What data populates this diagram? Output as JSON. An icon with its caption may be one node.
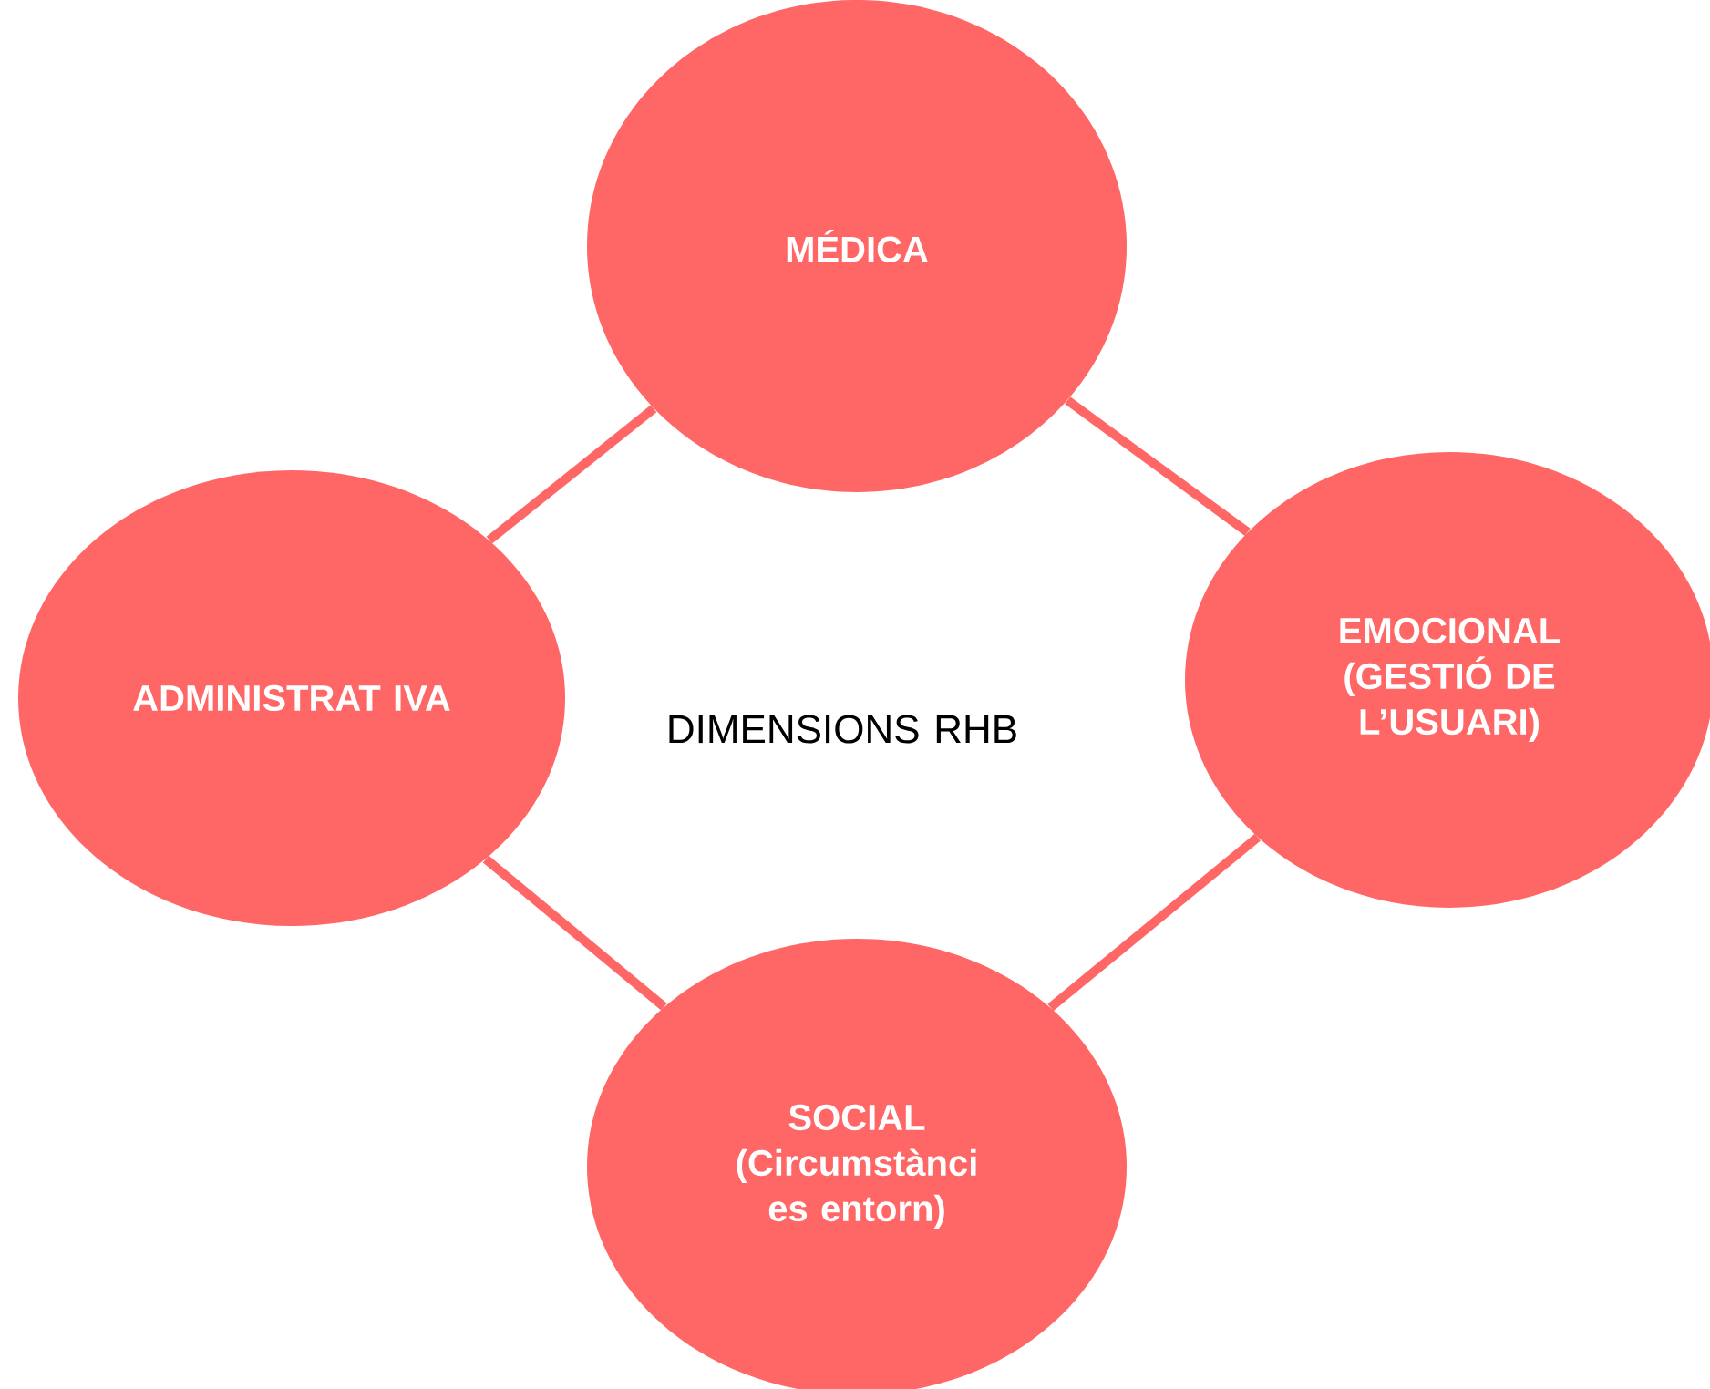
{
  "diagram": {
    "nodes": [
      {
        "text": [
          "MÉDICA"
        ]
      },
      {
        "text": [
          "ADMINISTRAT IVA"
        ]
      },
      {
        "text": [
          "EMOCIONAL (GESTIÓ DE L’USUARI)"
        ]
      },
      {
        "text": [
          "SOCIAL (Circumstànci es entorn)"
        ]
      }
    ],
    "edges": [
      {
        "from": 0,
        "to": 1,
        "arrow": "none"
      },
      {
        "from": 0,
        "to": 2,
        "arrow": "none"
      },
      {
        "from": 1,
        "to": 3,
        "arrow": "none"
      },
      {
        "from": 2,
        "to": 3,
        "arrow": "none"
      }
    ],
    "labels": [
      "DIMENSIONS RHB"
    ]
  }
}
